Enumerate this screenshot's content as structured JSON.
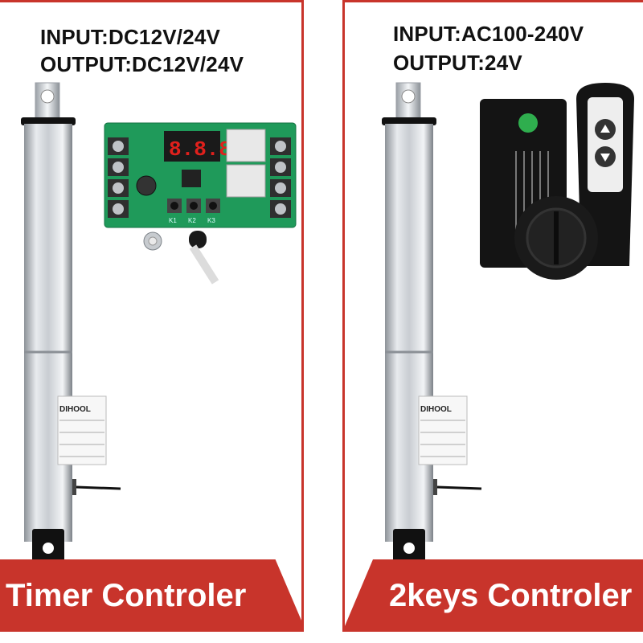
{
  "left": {
    "input_label": "INPUT:DC12V/24V",
    "output_label": "OUTPUT:DC12V/24V",
    "banner_label": "Timer Controler",
    "actuator_brand": "DIHOOL",
    "display_digits": "8.8.8",
    "button_labels": [
      "K1",
      "K2",
      "K3"
    ]
  },
  "right": {
    "input_label": "INPUT:AC100-240V",
    "output_label": "OUTPUT:24V",
    "banner_label": "2keys Controler",
    "actuator_brand": "DIHOOL"
  },
  "colors": {
    "accent": "#c8342b",
    "pcb_green": "#1f9a5a",
    "led_red": "#e0201c",
    "actuator_silver": "#c9cdd2",
    "controller_black": "#141414"
  }
}
